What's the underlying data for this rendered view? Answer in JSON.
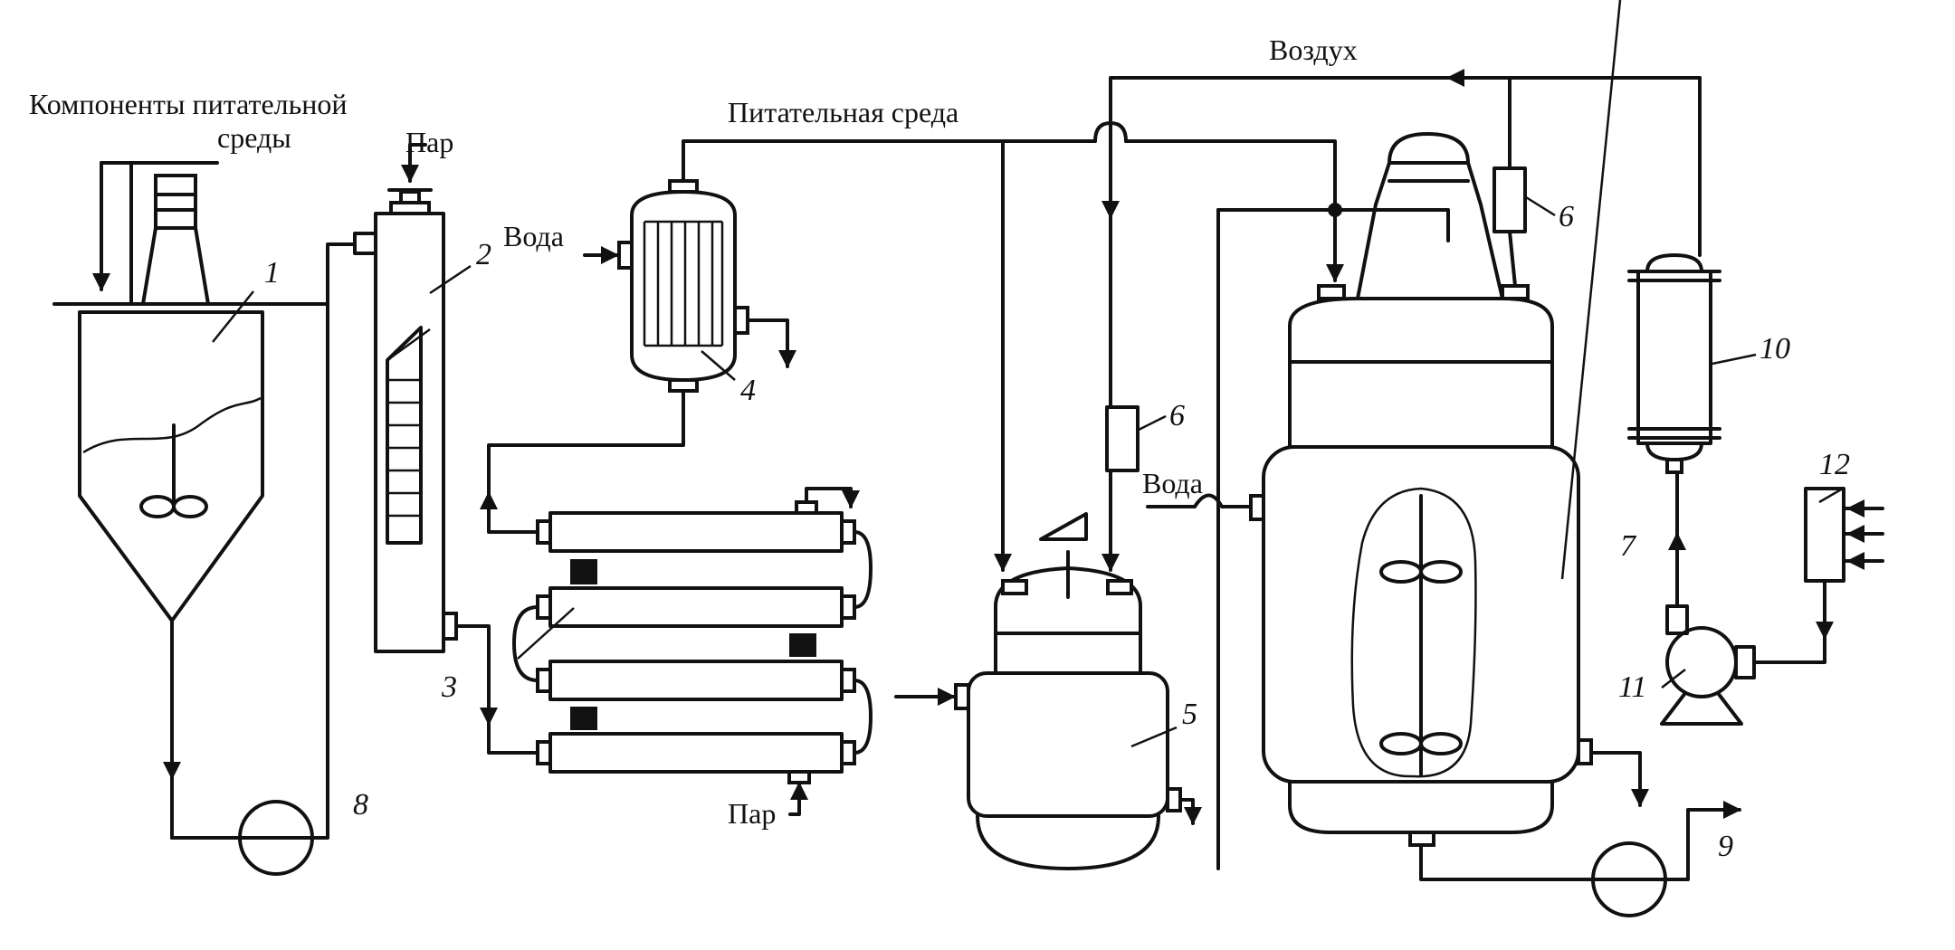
{
  "labels": {
    "components": [
      "Компоненты питательной",
      "среды"
    ],
    "steam": "Пар",
    "water": "Вода",
    "nutrient_medium": "Питательная среда",
    "air": "Воздух"
  },
  "numbers": [
    "1",
    "2",
    "3",
    "4",
    "5",
    "6",
    "7",
    "8",
    "9",
    "10",
    "11",
    "12"
  ],
  "colors": {
    "stroke": "#111111",
    "background": "#ffffff"
  }
}
